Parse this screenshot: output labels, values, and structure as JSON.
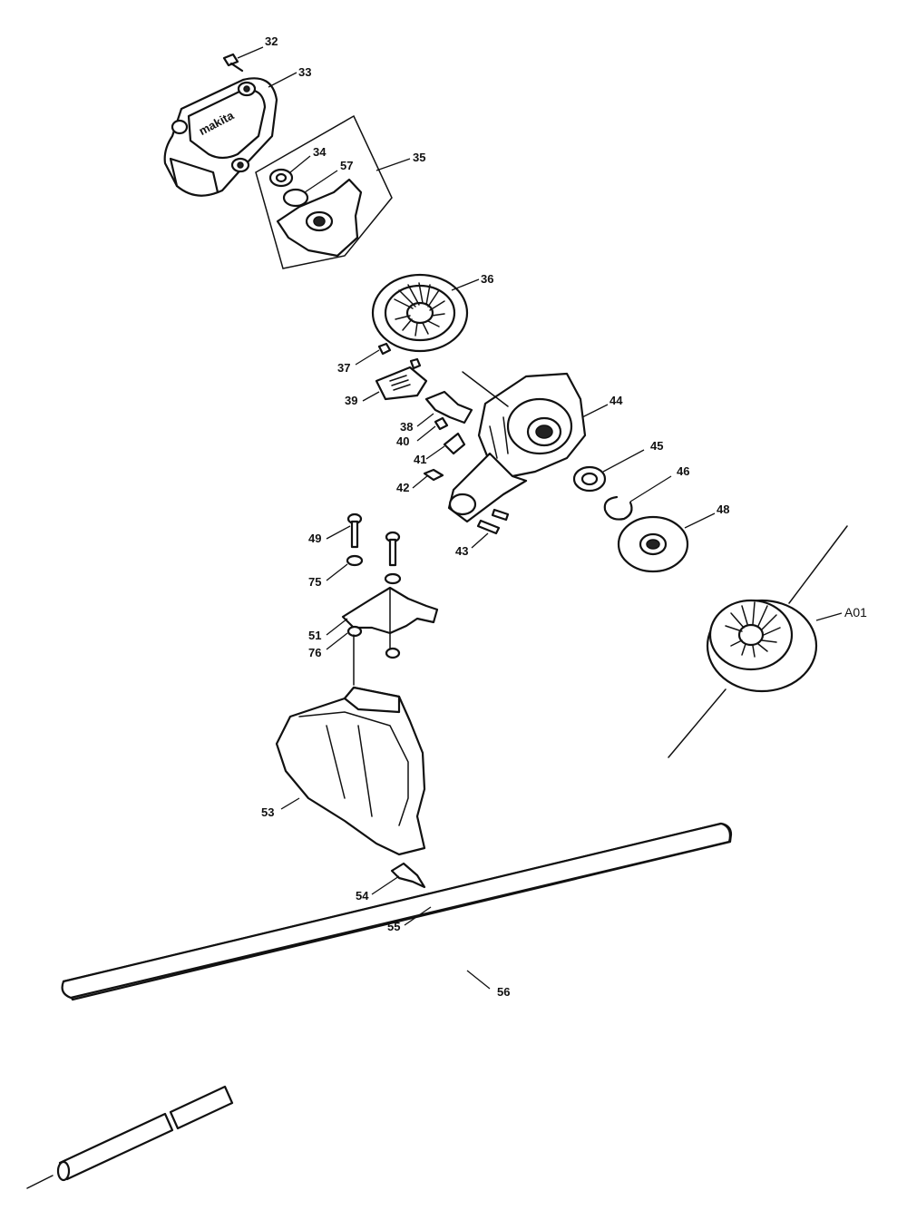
{
  "diagram": {
    "labels": [
      "32",
      "33",
      "34",
      "57",
      "35",
      "36",
      "37",
      "39",
      "38",
      "40",
      "41",
      "42",
      "44",
      "45",
      "46",
      "48",
      "43",
      "49",
      "75",
      "51",
      "76",
      "53",
      "54",
      "55",
      "56",
      "A01"
    ],
    "brand_text": "makita"
  }
}
